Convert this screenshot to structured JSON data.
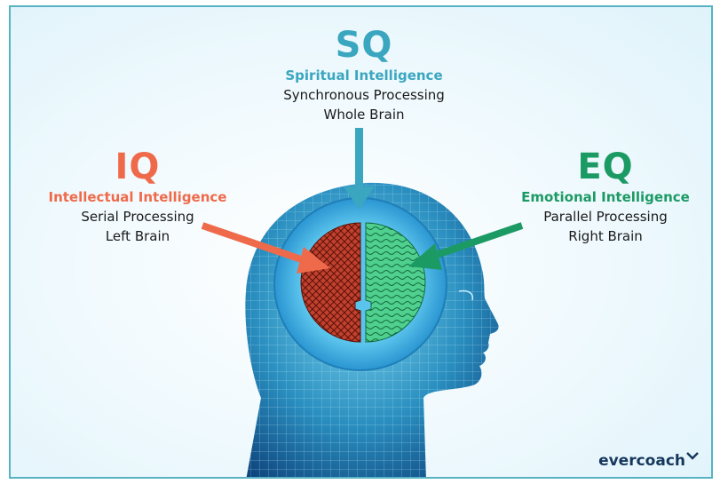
{
  "colors": {
    "sq": "#3aa6bf",
    "iq": "#ef6a4a",
    "eq": "#1c9a64",
    "brand": "#16375c",
    "frame": "#57b3c4"
  },
  "sq": {
    "title": "SQ",
    "name": "Spiritual Intelligence",
    "line1": "Synchronous Processing",
    "line2": "Whole Brain"
  },
  "iq": {
    "title": "IQ",
    "name": "Intellectual Intelligence",
    "line1": "Serial Processing",
    "line2": "Left Brain"
  },
  "eq": {
    "title": "EQ",
    "name": "Emotional Intelligence",
    "line1": "Parallel Processing",
    "line2": "Right Brain"
  },
  "brand": {
    "logo_text": "evercoach",
    "logo_icon": "chevron-check-icon"
  }
}
